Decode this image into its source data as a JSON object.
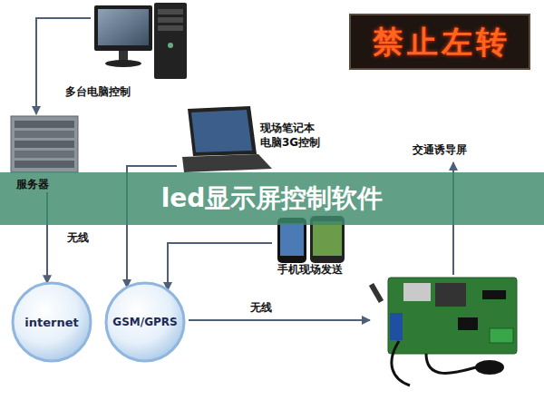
{
  "diagram": {
    "nodes": [
      {
        "text": [
          "多台电脑控制"
        ]
      },
      {
        "text": [
          "禁止左转",
          "交通诱导屏"
        ]
      },
      {
        "text": [
          "服务器"
        ]
      },
      {
        "text": [
          "现场笔记本 电脑3G控制"
        ]
      },
      {
        "text": [
          "led显示屏控制软件"
        ]
      },
      {
        "text": [
          "手机现场发送"
        ]
      },
      {
        "text": [
          "internet"
        ]
      },
      {
        "text": [
          "GSM/GPRS"
        ]
      }
    ],
    "edges": [
      {
        "from": 0,
        "to": 2,
        "arrow": "to"
      },
      {
        "from": 2,
        "to": 6,
        "label": "无线",
        "arrow": "to"
      },
      {
        "from": 3,
        "to": 7,
        "arrow": "to"
      },
      {
        "from": 5,
        "to": 7,
        "arrow": "to"
      }
    ],
    "labels": [
      "无线"
    ]
  }
}
